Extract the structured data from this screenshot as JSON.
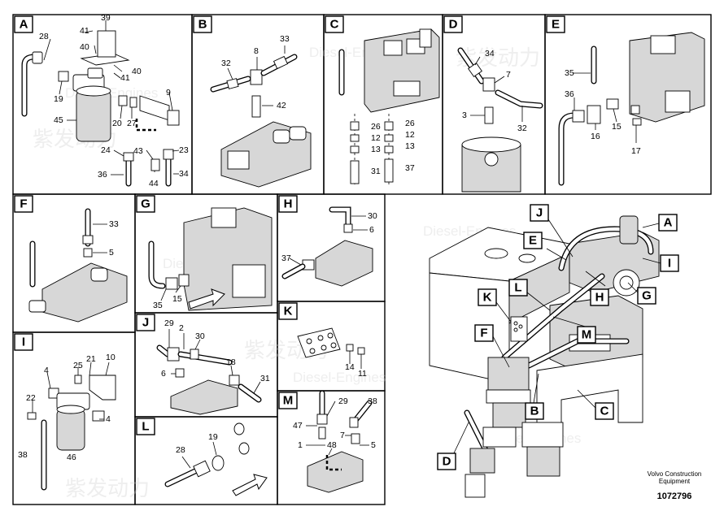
{
  "panels": [
    {
      "id": "A",
      "label": "A"
    },
    {
      "id": "B",
      "label": "B"
    },
    {
      "id": "C",
      "label": "C"
    },
    {
      "id": "D",
      "label": "D"
    },
    {
      "id": "E",
      "label": "E"
    },
    {
      "id": "F",
      "label": "F"
    },
    {
      "id": "G",
      "label": "G"
    },
    {
      "id": "H",
      "label": "H"
    },
    {
      "id": "I",
      "label": "I"
    },
    {
      "id": "J",
      "label": "J"
    },
    {
      "id": "K",
      "label": "K"
    },
    {
      "id": "L",
      "label": "L"
    },
    {
      "id": "M",
      "label": "M"
    }
  ],
  "part_numbers": {
    "A": [
      "28",
      "41",
      "39",
      "40",
      "41",
      "40",
      "19",
      "45",
      "9",
      "20",
      "27",
      "24",
      "43",
      "23",
      "36",
      "44",
      "34"
    ],
    "B": [
      "8",
      "33",
      "32",
      "42"
    ],
    "C": [
      "26",
      "26",
      "12",
      "12",
      "13",
      "13",
      "31",
      "37"
    ],
    "D": [
      "34",
      "7",
      "3",
      "32"
    ],
    "E": [
      "35",
      "36",
      "16",
      "15",
      "17"
    ],
    "F": [
      "33",
      "5"
    ],
    "G": [
      "35",
      "15"
    ],
    "H": [
      "30",
      "6",
      "37"
    ],
    "I": [
      "10",
      "21",
      "25",
      "4",
      "22",
      "4",
      "38",
      "46"
    ],
    "J": [
      "29",
      "2",
      "30",
      "6",
      "18",
      "31"
    ],
    "K": [
      "14",
      "11"
    ],
    "L": [
      "28",
      "19"
    ],
    "M": [
      "29",
      "38",
      "47",
      "7",
      "1",
      "48",
      "5"
    ]
  },
  "overview_callouts": [
    "J",
    "A",
    "E",
    "I",
    "H",
    "G",
    "K",
    "L",
    "M",
    "F",
    "B",
    "C",
    "D"
  ],
  "watermark": {
    "brand_cn": "紫发动力",
    "brand_en": "Diesel-Engines"
  },
  "footer": {
    "line1": "Volvo Construction",
    "line2": "Equipment",
    "drawing_no": "1072796"
  }
}
